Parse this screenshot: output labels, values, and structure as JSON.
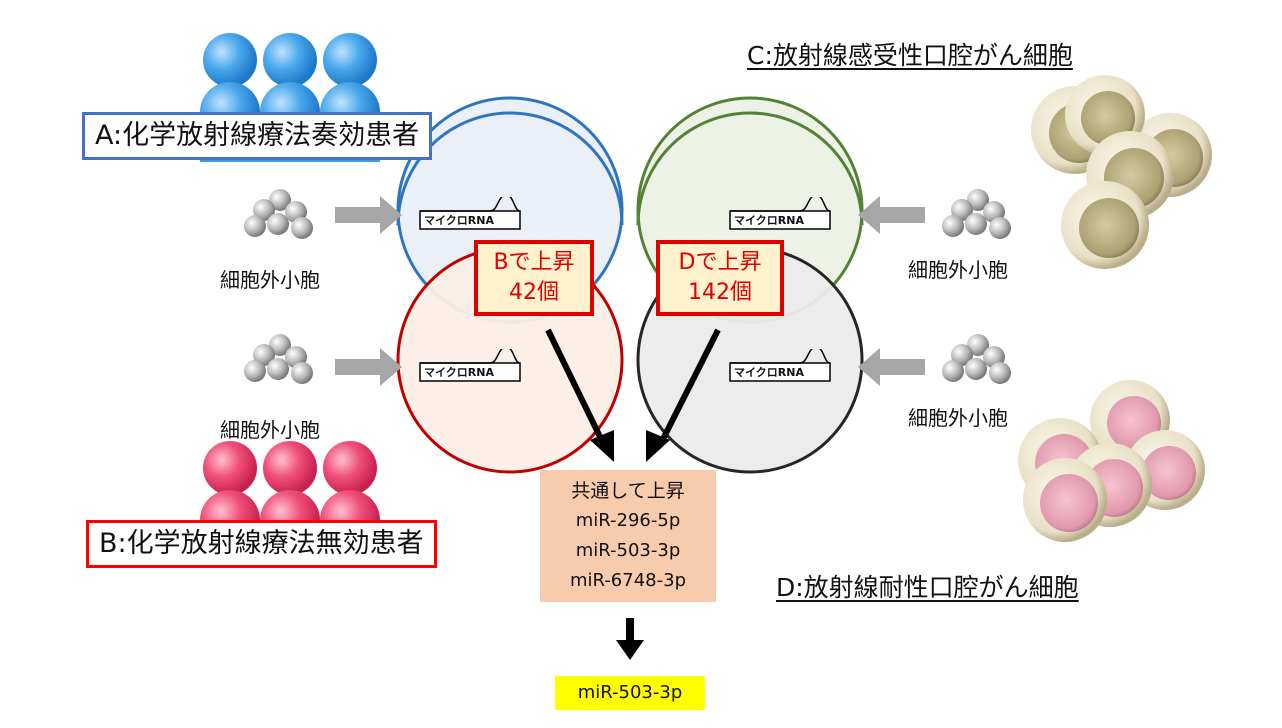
{
  "labels": {
    "a": "A:化学放射線療法奏効患者",
    "b": "B:化学放射線療法無効患者",
    "c": "C:放射線感受性口腔がん細胞",
    "d": "D:放射線耐性口腔がん細胞"
  },
  "ev_label": "細胞外小胞",
  "mirna_label": "マイクロRNA",
  "up_b": {
    "line1": "Bで上昇",
    "line2": "42個"
  },
  "up_d": {
    "line1": "Dで上昇",
    "line2": "142個"
  },
  "common": {
    "title": "共通して上昇",
    "items": [
      "miR-296-5p",
      "miR-503-3p",
      "miR-6748-3p"
    ]
  },
  "final": "miR-503-3p",
  "colors": {
    "a_border": "#4472c4",
    "b_border": "#ff0000",
    "c_circle": "#548235",
    "d_circle": "#262626",
    "up_text": "#e00000",
    "common_bg": "#f8cbad",
    "final_bg": "#ffff00"
  }
}
